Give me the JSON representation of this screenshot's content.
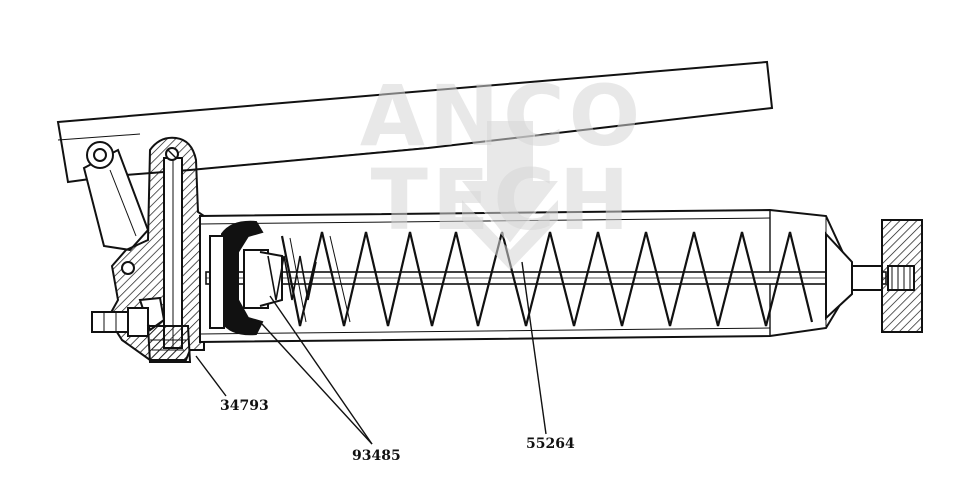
{
  "watermark": {
    "text": "ANCO TECH",
    "color": "#d6d6d6",
    "icon": "down-arrow-chevron-icon"
  },
  "colors": {
    "line": "#111111",
    "paper": "#ffffff"
  },
  "callouts": [
    {
      "id": "callout-34793",
      "label": "34793"
    },
    {
      "id": "callout-93485",
      "label": "93485"
    },
    {
      "id": "callout-55264",
      "label": "55264"
    }
  ]
}
